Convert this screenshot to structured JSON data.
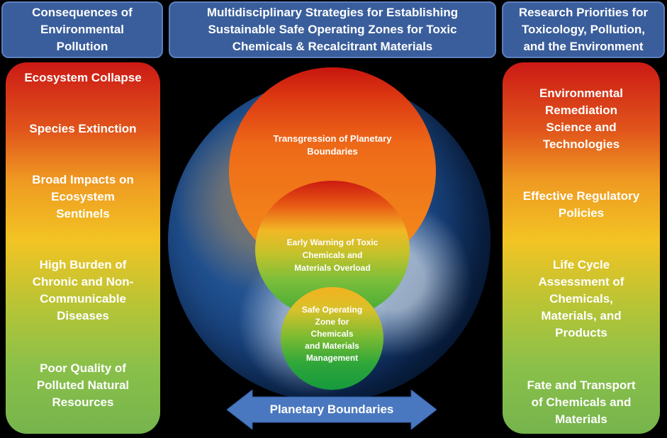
{
  "headers": {
    "left": "Consequences of\nEnvironmental\nPollution",
    "center": "Multidisciplinary Strategies for Establishing\nSustainable Safe Operating Zones for Toxic\nChemicals & Recalcitrant Materials",
    "right": "Research Priorities for\nToxicology, Pollution,\nand the Environment"
  },
  "left_items": [
    "Ecosystem Collapse",
    "Species Extinction",
    "Broad Impacts on\nEcosystem\nSentinels",
    "High Burden of\nChronic and Non-\nCommunicable\nDiseases",
    "Poor Quality of\nPolluted Natural\nResources"
  ],
  "right_items": [
    "Environmental\nRemediation\nScience and\nTechnologies",
    "Effective Regulatory\nPolicies",
    "Life Cycle\nAssessment of\nChemicals,\nMaterials, and\nProducts",
    "Fate and Transport\nof Chemicals and\nMaterials"
  ],
  "circles": {
    "outer": "Transgression of Planetary\nBoundaries",
    "middle": "Early Warning of Toxic\nChemicals and\nMaterials Overload",
    "inner": "Safe Operating\nZone for\nChemicals\nand Materials\nManagement"
  },
  "arrow_label": "Planetary Boundaries",
  "colors": {
    "header_fill": "#3a5e9c",
    "gradient_top": "#cc1a15",
    "gradient_bottom": "#76b44c",
    "arrow_fill": "#4a78c0"
  }
}
